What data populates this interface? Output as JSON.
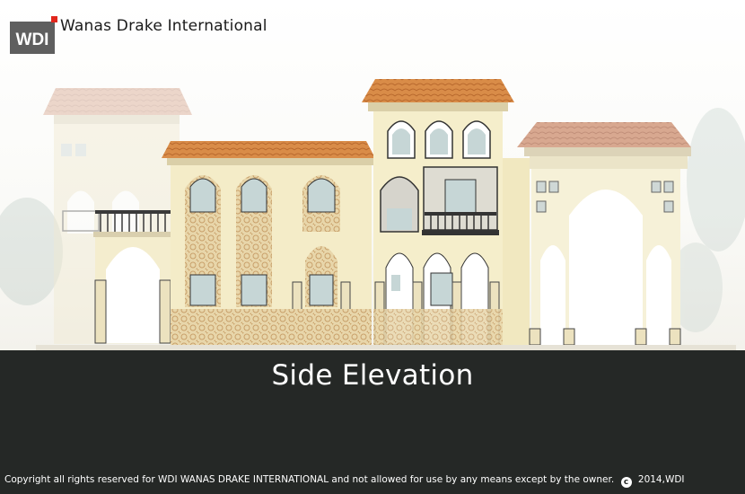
{
  "brand": {
    "mark_text": "WDI",
    "company_name": "Wanas Drake International"
  },
  "drawing": {
    "title": "Side Elevation"
  },
  "footer": {
    "copyright_text": "Copyright all rights reserved for WDI WANAS DRAKE INTERNATIONAL and not allowed for use by any means except by the owner.",
    "copyright_symbol": "c",
    "year_owner": "2014,WDI"
  },
  "colors": {
    "roof_tile": "#d98c48",
    "wall": "#f4ecc8",
    "wall_shade": "#ebe0b4",
    "window_glass": "#c6d6d6",
    "band_dark": "#252826",
    "logo_red": "#e1261c"
  }
}
